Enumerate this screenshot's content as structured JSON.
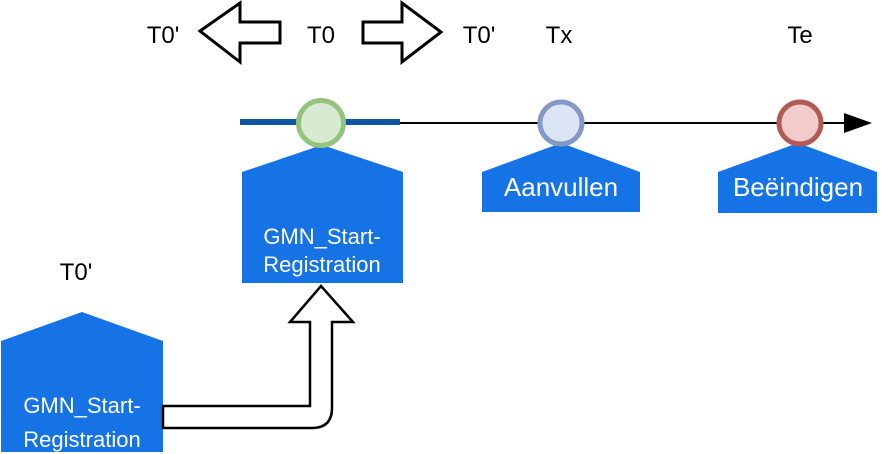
{
  "diagram": {
    "top_row": {
      "label_t0_prime_left": "T0'",
      "label_t0": "T0",
      "label_t0_prime_right": "T0'",
      "label_tx": "Tx",
      "label_te": "Te"
    },
    "events": {
      "start": {
        "line1": "GMN_Start-",
        "line2": "Registration"
      },
      "aanvullen": {
        "label": "Aanvullen"
      },
      "beeindigen": {
        "label": "Beëindigen"
      },
      "pre_registration": {
        "time_label": "T0'",
        "line1": "GMN_Start-",
        "line2": "Registration"
      }
    }
  },
  "colors": {
    "banner": "#1673e6",
    "banner_text": "#ffffff",
    "timeline_segment": "#0e56a0",
    "axis": "#000000",
    "shape_outline": "#000000",
    "shape_fill": "#ffffff",
    "label_text": "#000000",
    "start_circle_stroke": "#93c47d",
    "start_circle_fill": "#d9ead3",
    "tx_circle_stroke": "#8499c7",
    "tx_circle_fill": "#dbe5f5",
    "te_circle_stroke": "#b25b54",
    "te_circle_fill": "#f2cccb"
  }
}
